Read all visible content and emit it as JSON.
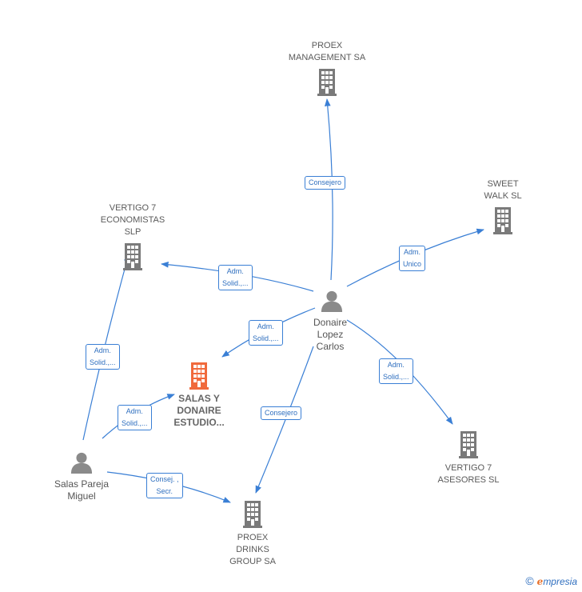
{
  "colors": {
    "edge": "#3a7fd5",
    "building": "#7a7a7a",
    "building_main": "#f06a3c",
    "person": "#8a8a8a"
  },
  "nodes": {
    "proex_management": {
      "label": "PROEX\nMANAGEMENT SA",
      "icon": "building-icon"
    },
    "sweet_walk": {
      "label": "SWEET\nWALK SL",
      "icon": "building-icon"
    },
    "vertigo7_economistas": {
      "label": "VERTIGO 7\nECONOMISTAS\nSLP",
      "icon": "building-icon"
    },
    "salas_donaire": {
      "label": "SALAS Y\nDONAIRE\nESTUDIO...",
      "icon": "building-icon"
    },
    "donaire_lopez": {
      "label": "Donaire\nLopez\nCarlos",
      "icon": "person-icon"
    },
    "vertigo7_asesores": {
      "label": "VERTIGO 7\nASESORES  SL",
      "icon": "building-icon"
    },
    "salas_pareja": {
      "label": "Salas Pareja\nMiguel",
      "icon": "person-icon"
    },
    "proex_drinks": {
      "label": "PROEX\nDRINKS\nGROUP SA",
      "icon": "building-icon"
    }
  },
  "edges": {
    "donaire_proex_management": "Consejero",
    "donaire_sweet_walk": "Adm.\nUnico",
    "donaire_vertigo7_economistas": "Adm.\nSolid.,...",
    "donaire_salas_donaire": "Adm.\nSolid.,...",
    "donaire_vertigo7_asesores": "Adm.\nSolid.,...",
    "donaire_proex_drinks": "Consejero",
    "salas_vertigo7_economistas": "Adm.\nSolid.,...",
    "salas_salas_donaire": "Adm.\nSolid.,...",
    "salas_proex_drinks": "Consej. ,\nSecr."
  },
  "brand": {
    "copyright": "©",
    "e": "e",
    "rest": "mpresia"
  }
}
